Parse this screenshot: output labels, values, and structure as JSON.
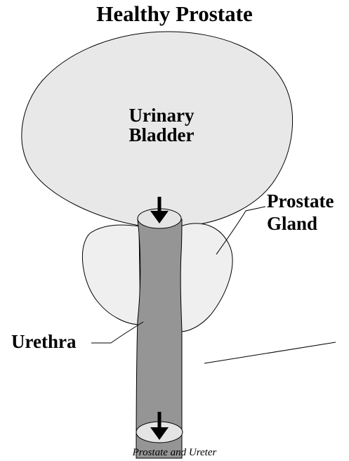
{
  "title": "Healthy Prostate",
  "labels": {
    "bladder_line1": "Urinary",
    "bladder_line2": "Bladder",
    "prostate_line1": "Prostate",
    "prostate_line2": "Gland",
    "urethra": "Urethra"
  },
  "caption": "Prostate and Ureter",
  "colors": {
    "bladder_fill": "#e8e8e8",
    "prostate_fill": "#efefef",
    "urethra_fill": "#959595",
    "urethra_end_fill": "#e4e4e4",
    "outline": "#000000",
    "arrow": "#000000"
  },
  "icons": {
    "inflow_arrow": "arrow-down-icon",
    "outflow_arrow": "arrow-down-icon"
  }
}
